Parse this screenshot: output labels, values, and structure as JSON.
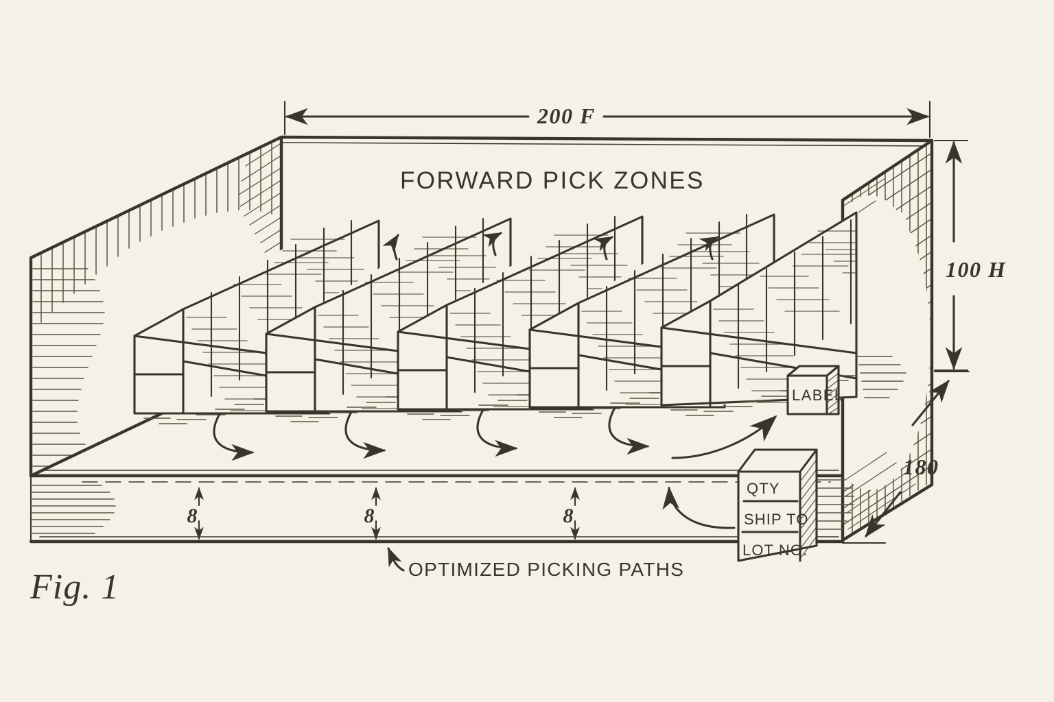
{
  "figure": {
    "caption": "Fig. 1",
    "title": "FORWARD PICK ZONES",
    "paper_color": "#f4f1e7",
    "ink_color": "#3a352b"
  },
  "dimensions": {
    "width": {
      "label": "200 F",
      "name": "overall-width"
    },
    "height": {
      "label": "100 H",
      "name": "overall-height"
    },
    "depth": {
      "label": "180",
      "name": "depth-callout"
    },
    "aisle_spacings": [
      {
        "label": "8"
      },
      {
        "label": "8"
      },
      {
        "label": "8"
      }
    ]
  },
  "annotations": {
    "picking_paths": "OPTIMIZED PICKING PATHS"
  },
  "label_cube": {
    "text": "LABEL"
  },
  "carton": {
    "rows": [
      "QTY",
      "SHIP TO",
      "LOT NO."
    ]
  },
  "racks": {
    "count": 5,
    "bays_per_rack": 7,
    "levels": 2
  },
  "chart_data": {
    "type": "diagram",
    "title": "FORWARD PICK ZONES",
    "annotations": [
      "200 F",
      "100 H",
      "180",
      "8",
      "8",
      "8",
      "OPTIMIZED PICKING PATHS",
      "LABEL",
      "QTY",
      "SHIP TO",
      "LOT NO.",
      "Fig. 1"
    ]
  }
}
